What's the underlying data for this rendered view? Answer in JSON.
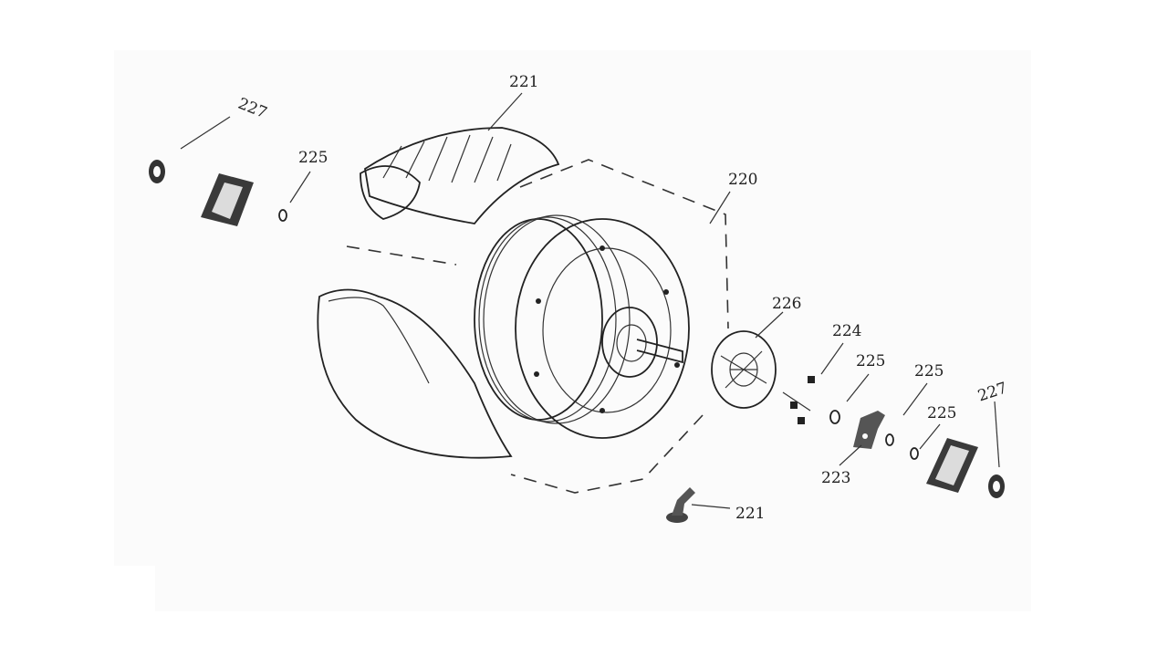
{
  "diagram": {
    "labels": {
      "tire_top": "221",
      "valve": "221",
      "hub_motor": "220",
      "brake_disc": "226",
      "bolt": "224",
      "washer_mid": "225",
      "washer_left": "225",
      "washer_right_upper": "225",
      "washer_right_lower": "225",
      "bearing_left": "227",
      "bearing_right": "227",
      "bracket": "223"
    }
  }
}
